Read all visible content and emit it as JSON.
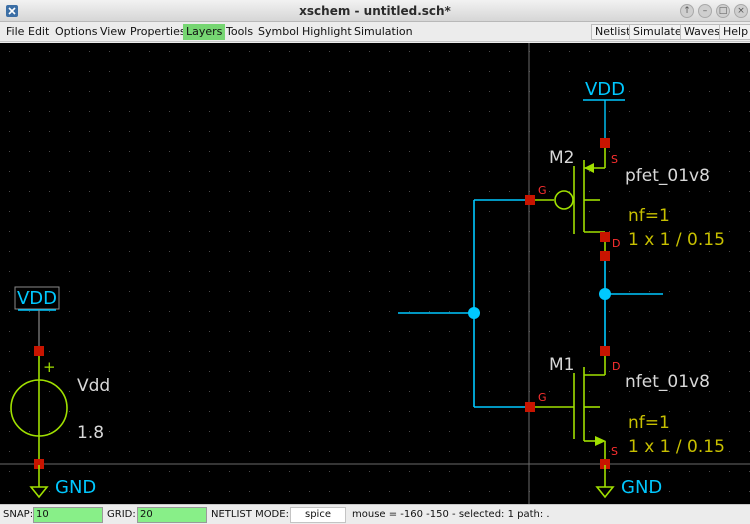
{
  "window": {
    "title": "xschem - untitled.sch*"
  },
  "menubar": {
    "items": [
      "File",
      "Edit",
      "Options",
      "View",
      "Properties",
      "Layers",
      "Tools",
      "Symbol",
      "Highlight",
      "Simulation"
    ],
    "active_item": "Layers",
    "right_buttons": [
      "Netlist",
      "Simulate",
      "Waves",
      "Help"
    ]
  },
  "schematic": {
    "colors": {
      "wire": "#00c8ff",
      "device": "#a0e000",
      "pin": "#c81400",
      "pin_label": "#ff3030",
      "attribute": "#c8c000",
      "instance_name": "#d8d8d8",
      "background": "#000000",
      "grid_dot": "#555555"
    },
    "labels": {
      "vdd_top": "VDD",
      "vdd_left": "VDD",
      "gnd_left": "GND",
      "gnd_right": "GND",
      "m2_name": "M2",
      "m2_model": "pfet_01v8",
      "m2_nf": "nf=1",
      "m2_size": "1 x 1 / 0.15",
      "m1_name": "M1",
      "m1_model": "nfet_01v8",
      "m1_nf": "nf=1",
      "m1_size": "1 x 1 / 0.15",
      "vsrc_name": "Vdd",
      "vsrc_value": "1.8",
      "vsrc_plus": "+",
      "pin_s": "S",
      "pin_g": "G",
      "pin_d": "D"
    }
  },
  "statusbar": {
    "snap_label": "SNAP:",
    "snap_value": "10",
    "grid_label": "GRID:",
    "grid_value": "20",
    "netlist_mode_label": "NETLIST MODE:",
    "netlist_mode_value": "spice",
    "info": "mouse = -160 -150 - selected: 1 path: ."
  }
}
